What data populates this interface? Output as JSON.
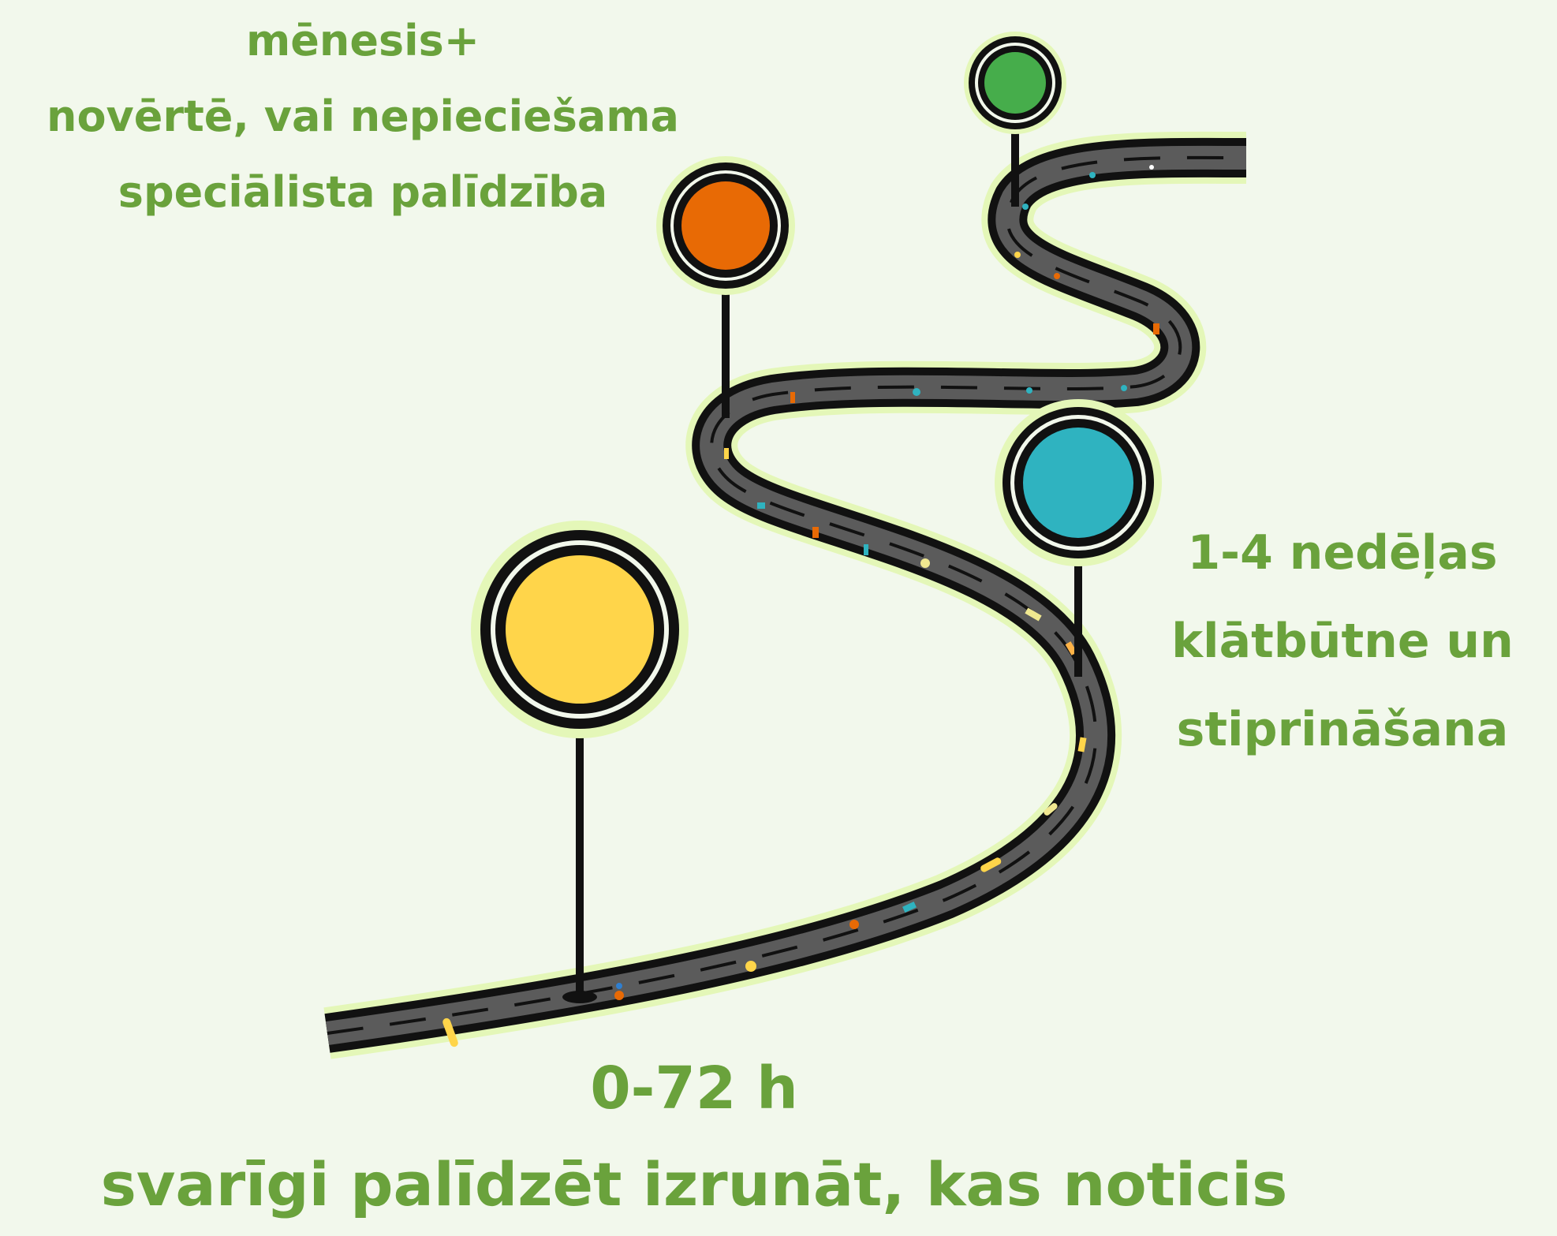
{
  "colors": {
    "background": "#f2f8ec",
    "text": "#6aa23c",
    "road": "#5b5b5b",
    "road_border": "#111111",
    "road_glow": "#e4f7b8",
    "marker_yellow": "#ffd54a",
    "marker_teal": "#2fb3c0",
    "marker_orange": "#e86a05",
    "marker_green": "#46ad4b"
  },
  "milestones": [
    {
      "id": "hours",
      "marker_color": "yellow",
      "title": "0-72 h",
      "description": "svarīgi palīdzēt izrunāt, kas noticis"
    },
    {
      "id": "weeks",
      "marker_color": "teal",
      "lines": [
        "1-4 nedēļas",
        "klātbūtne un",
        "stiprināšana"
      ]
    },
    {
      "id": "month-orange",
      "marker_color": "orange",
      "lines": [
        "mēnesis+",
        "novērtē, vai nepieciešama",
        "speciālista palīdzība"
      ]
    },
    {
      "id": "month-green",
      "marker_color": "green"
    }
  ]
}
